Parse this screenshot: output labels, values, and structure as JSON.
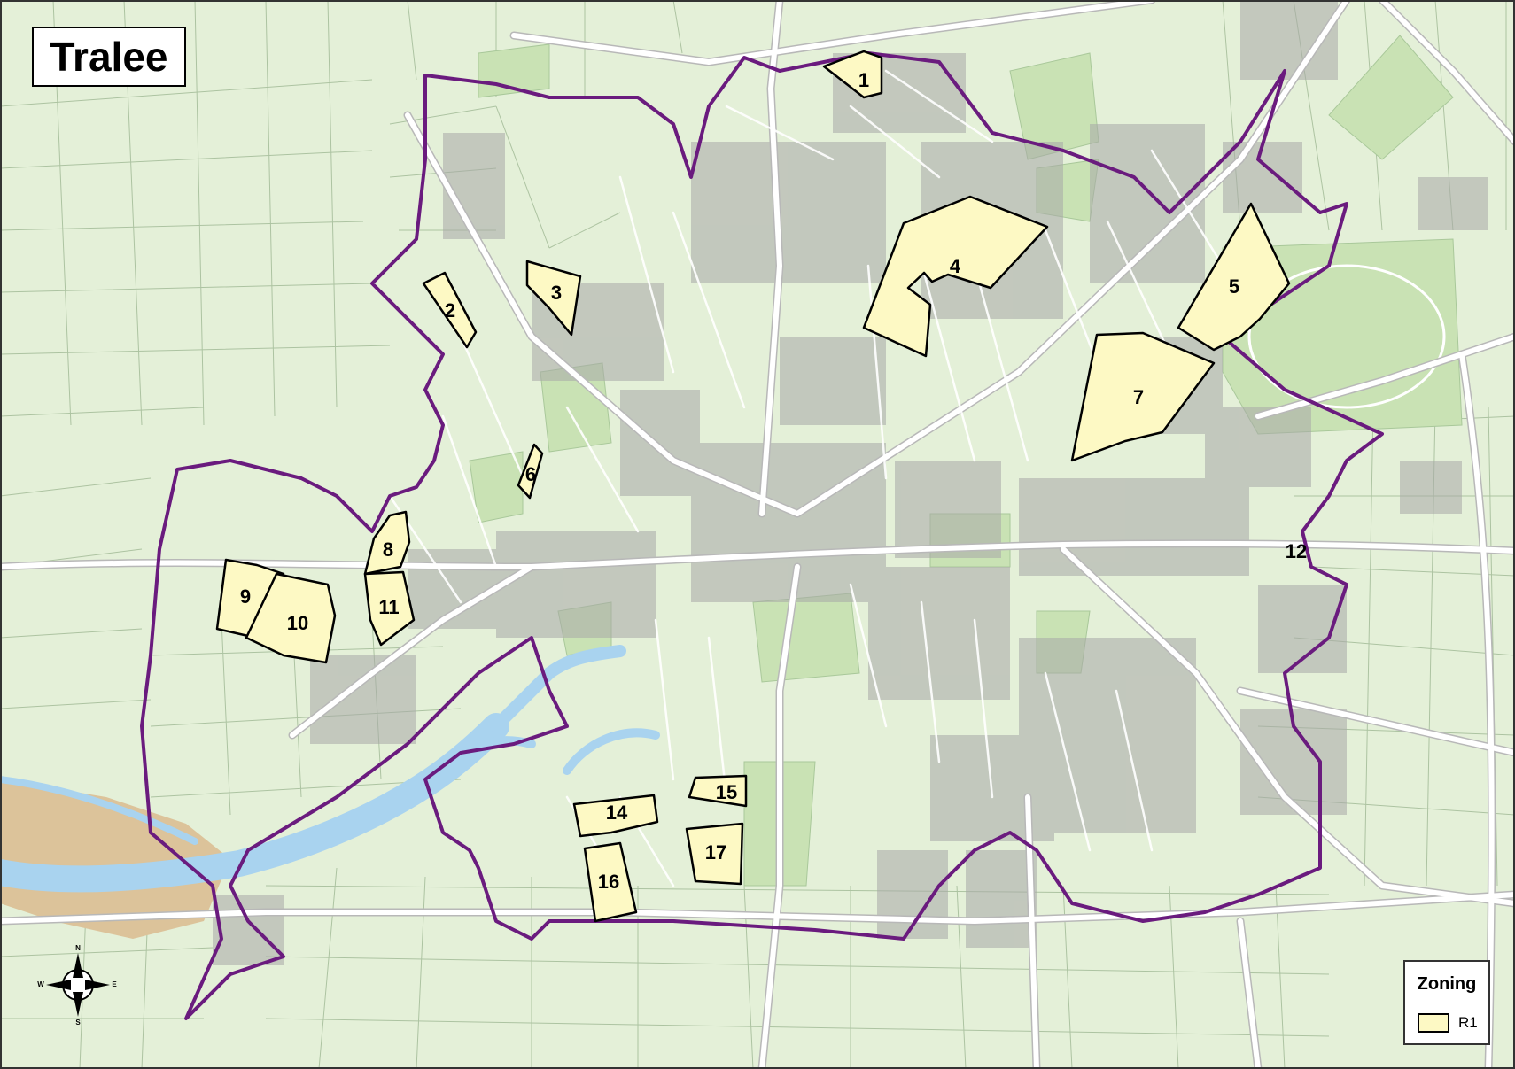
{
  "map": {
    "title": "Tralee",
    "colors": {
      "background": "#e4f0d8",
      "green_area": "#c9e2b4",
      "boundary": "#6a1b7e",
      "zone_fill": "#fdf9c4",
      "road": "#ffffff",
      "road_casing": "#b8b8b8",
      "building": "#a8a8a8",
      "water": "#a9d3ef",
      "sand": "#dcc39a"
    },
    "zones": [
      "1",
      "2",
      "3",
      "4",
      "5",
      "6",
      "7",
      "8",
      "9",
      "10",
      "11",
      "12",
      "14",
      "15",
      "16",
      "17"
    ],
    "compass": {
      "n": "N",
      "s": "S",
      "e": "E",
      "w": "W",
      "icon": "compass-rose-icon"
    }
  },
  "legend": {
    "title": "Zoning",
    "items": [
      {
        "label": "R1",
        "color": "#fdf9c4"
      }
    ]
  }
}
